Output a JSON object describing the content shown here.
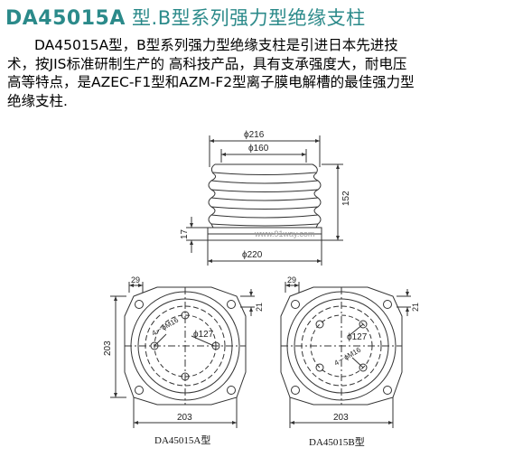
{
  "title": {
    "part_a": "DA45015A",
    "part_b": " 型.B型系列强力型绝缘支柱",
    "color": "#2b8a8a"
  },
  "description": "DA45015A型，B型系列强力型绝缘支柱是引进日本先进技\n术，按JIS标准研制生产的 高科技产品，具有支承强度大，耐电压\n高等特点，是AZEC-F1型和AZM-F2型离子膜电解槽的最佳强力型\n绝缘支柱.",
  "side_view": {
    "top_dia": "ϕ216",
    "inner_dia": "ϕ160",
    "height": "152",
    "base_height": "17",
    "base_dia": "ϕ220"
  },
  "plan_a": {
    "dim_29": "29",
    "dim_21": "21",
    "width": "203",
    "height": "203",
    "holes": "4－ϕM16",
    "pcd": "ϕ127",
    "caption": "DA45015A型"
  },
  "plan_b": {
    "dim_29": "29",
    "dim_21": "21",
    "width": "203",
    "holes": "4－ϕM16",
    "pcd": "ϕ127",
    "caption": "DA45015B型"
  },
  "watermark": "www.91way.com"
}
